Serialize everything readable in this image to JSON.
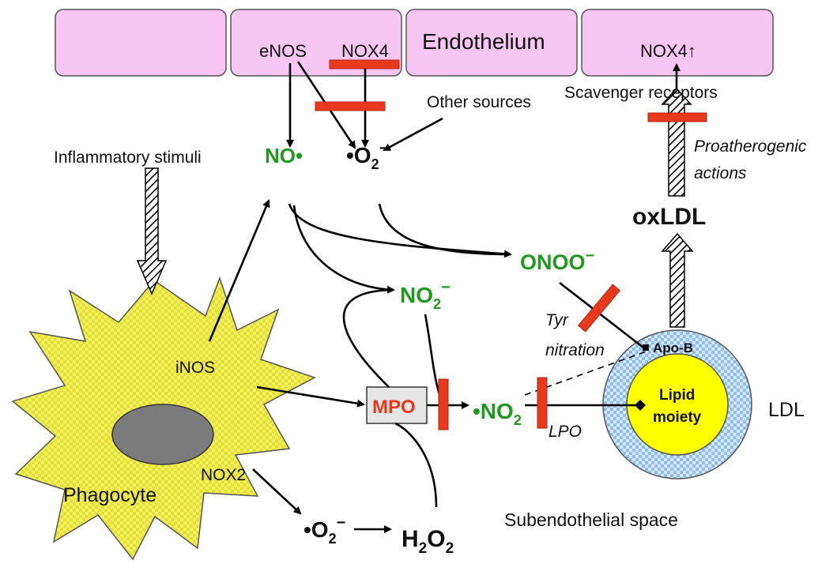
{
  "endothelium": {
    "label": "Endothelium",
    "enos": "eNOS",
    "nox4": "NOX4",
    "nox4_up": "NOX4↑"
  },
  "species": {
    "no_radical": "NO•",
    "superoxide_main": "•O",
    "superoxide_sub": "2",
    "superoxide_sup": "−",
    "peroxynitrite": "ONOO",
    "peroxynitrite_sup": "−",
    "nitrite": "NO",
    "nitrite_sub": "2",
    "nitrite_sup": "−",
    "nitrogen_dioxide": "•NO",
    "nitrogen_dioxide_sub": "2",
    "phago_superoxide": "•O",
    "phago_superoxide_sub": "2",
    "phago_superoxide_sup": "−",
    "h2o2_h": "H",
    "h2o2_sub1": "2",
    "h2o2_o": "O",
    "h2o2_sub2": "2"
  },
  "labels": {
    "other_sources": "Other sources",
    "inflammatory_stimuli": "Inflammatory stimuli",
    "scavenger_receptors": "Scavenger receptors",
    "proatherogenic_line1": "Proatherogenic",
    "proatherogenic_line2": "actions",
    "oxldl": "oxLDL",
    "tyr": "Tyr",
    "nitration": "nitration",
    "apo_b": "Apo-B",
    "lipid_line1": "Lipid",
    "lipid_line2": "moiety",
    "ldl": "LDL",
    "lpo": "LPO",
    "inos": "iNOS",
    "nox2": "NOX2",
    "phagocyte": "Phagocyte",
    "mpo": "MPO",
    "subendothelial_space": "Subendothelial space"
  },
  "colors": {
    "endothelium_fill": "#f7c6f2",
    "species_green": "#1f9a1f",
    "inhibitor_red": "#e8391d",
    "phagocyte_yellow": "#f4f15a",
    "nucleus_gray": "#7b7b7b",
    "ldl_core_yellow": "#ffff00",
    "ldl_shell_blue": "#9ec8ee",
    "mpo_box_fill": "#e6e6e6",
    "mpo_text_red": "#e8391d"
  },
  "icons": {
    "arrowhead": "arrowhead-icon",
    "inhibitor_bar": "inhibitor-bar-icon",
    "hatched_arrow": "hatched-arrow-icon"
  }
}
